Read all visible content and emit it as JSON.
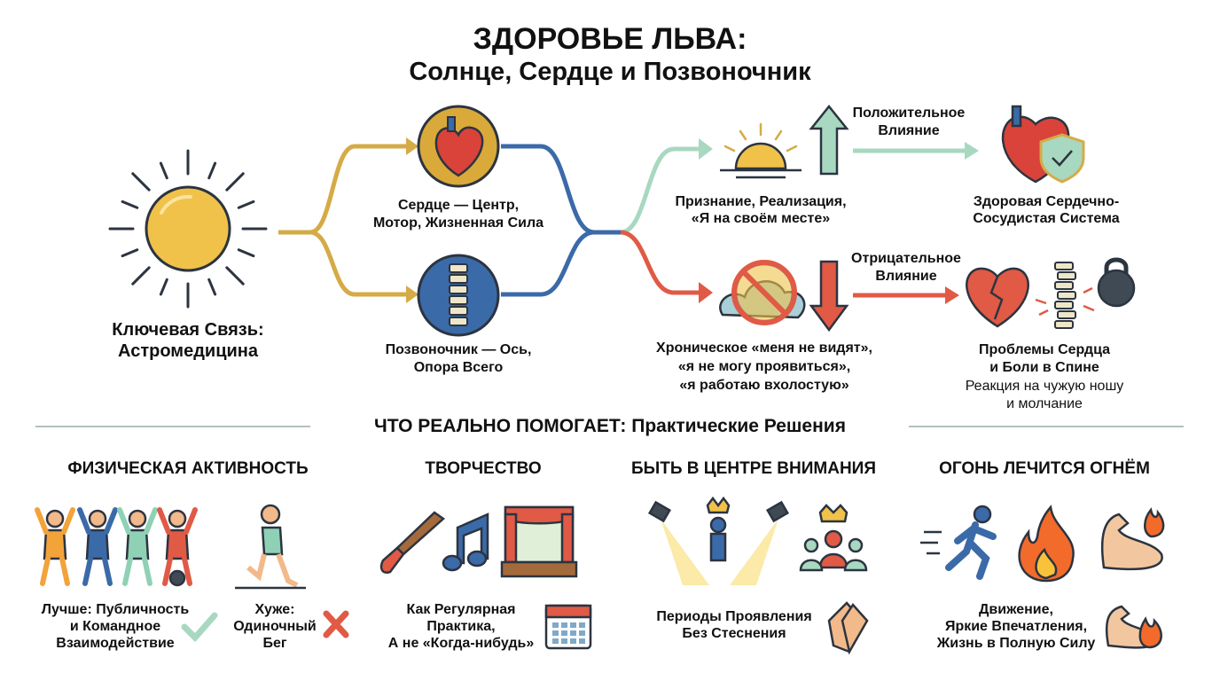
{
  "title": {
    "line1": "ЗДОРОВЬЕ ЛЬВА:",
    "line2": "Солнце, Сердце и Позвоночник"
  },
  "key_link": {
    "line1": "Ключевая Связь:",
    "line2": "Астромедицина"
  },
  "heart": {
    "line1": "Сердце — Центр,",
    "line2": "Мотор, Жизненная Сила"
  },
  "spine": {
    "line1": "Позвоночник — Ось,",
    "line2": "Опора Всего"
  },
  "positive": {
    "label1": "Положительное",
    "label2": "Влияние",
    "cause1": "Признание, Реализация,",
    "cause2": "«Я на своём месте»",
    "effect1": "Здоровая Сердечно-",
    "effect2": "Сосудистая Система"
  },
  "negative": {
    "label1": "Отрицательное",
    "label2": "Влияние",
    "cause1": "Хроническое «меня не видят»,",
    "cause2": "«я не могу проявиться»,",
    "cause3": "«я работаю вхолостую»",
    "effect1": "Проблемы Сердца",
    "effect2": "и Боли в Спине",
    "note1": "Реакция на чужую ношу",
    "note2": "и молчание"
  },
  "solutions": {
    "title": "ЧТО РЕАЛЬНО ПОМОГАЕТ: Практические Решения",
    "columns": [
      {
        "heading": "ФИЗИЧЕСКАЯ АКТИВНОСТЬ",
        "better": [
          "Лучше: Публичность",
          "и Командное",
          "Взаимодействие"
        ],
        "worse": [
          "Хуже:",
          "Одиночный",
          "Бег"
        ]
      },
      {
        "heading": "ТВОРЧЕСТВО",
        "caption": [
          "Как Регулярная",
          "Практика,",
          "А не «Когда-нибудь»"
        ]
      },
      {
        "heading": "БЫТЬ В ЦЕНТРЕ ВНИМАНИЯ",
        "caption": [
          "Периоды Проявления",
          "Без Стеснения"
        ]
      },
      {
        "heading": "ОГОНЬ ЛЕЧИТСЯ ОГНЁМ",
        "caption": [
          "Движение,",
          "Яркие Впечатления,",
          "Жизнь в Полную Силу"
        ]
      }
    ]
  },
  "colors": {
    "sun": "#f0c24a",
    "gold": "#d9a93a",
    "blue": "#3b6aa8",
    "green": "#a8d8c0",
    "red": "#e05a45"
  }
}
